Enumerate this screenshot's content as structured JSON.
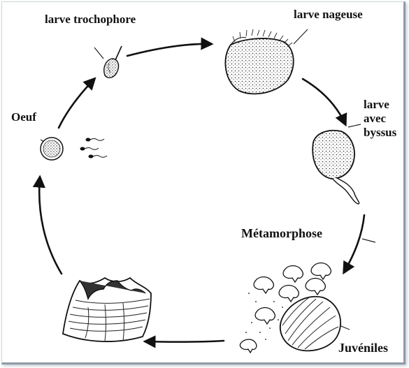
{
  "diagram": {
    "labels": {
      "trochophore": "larve trochophore",
      "nageuse": "larve nageuse",
      "byssus_line1": "larve",
      "byssus_line2": "avec",
      "byssus_line3": "byssus",
      "oeuf": "Oeuf",
      "metamorphose": "Métamorphose",
      "juveniles": "Juvéniles"
    },
    "stages": [
      "egg-with-sperm",
      "trochophore-larva",
      "swimming-larva",
      "byssus-larva",
      "metamorphosis",
      "juveniles",
      "adult-giant-clam"
    ],
    "ink_color": "#1a1a1a"
  }
}
